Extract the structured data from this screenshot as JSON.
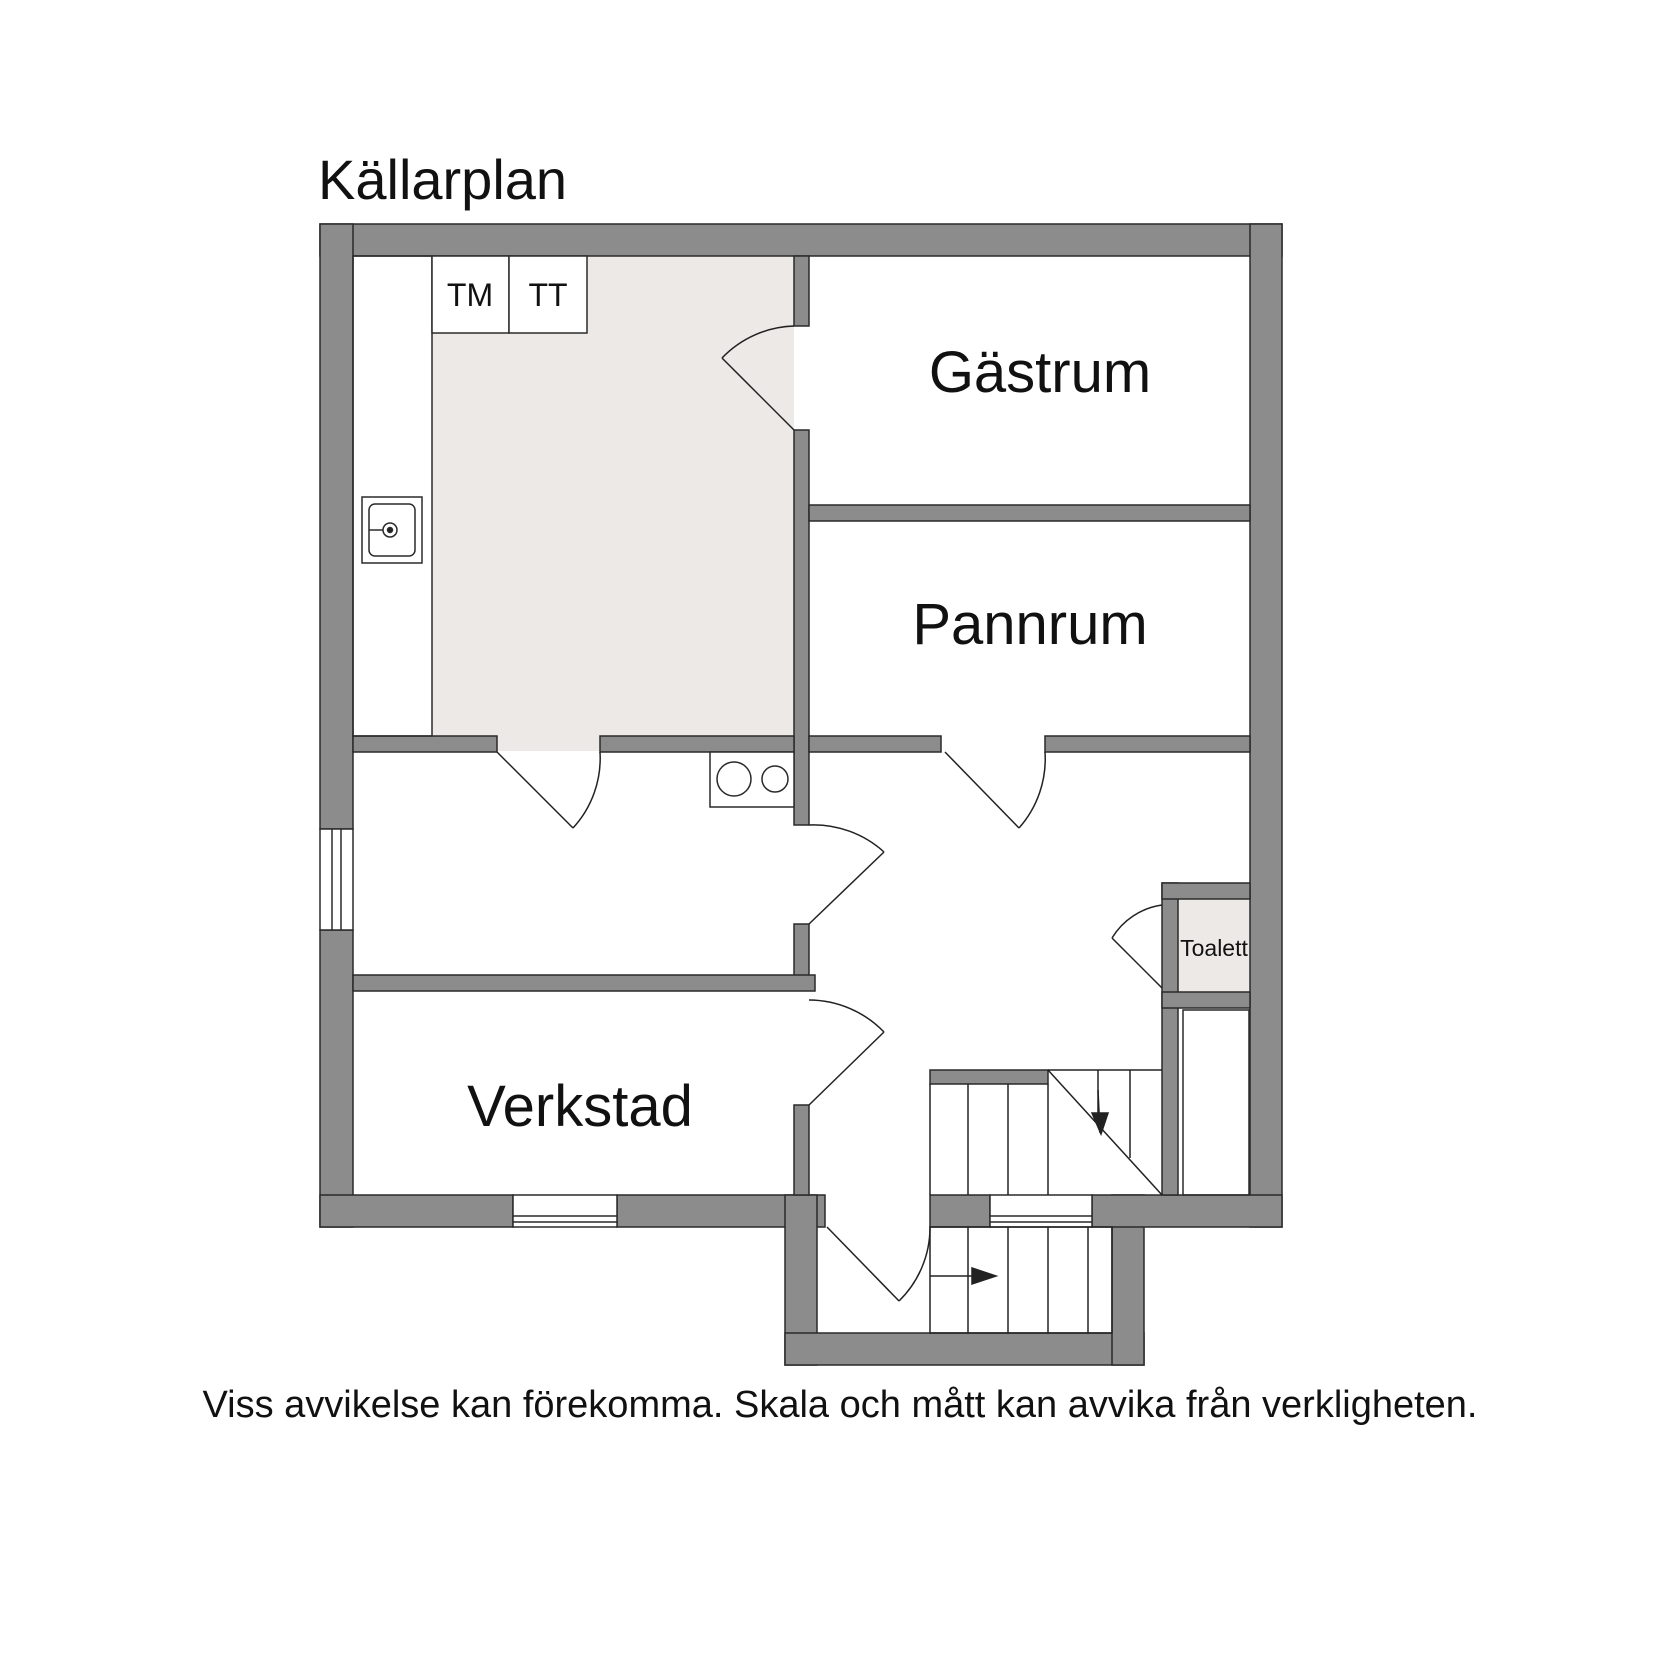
{
  "plan": {
    "title": "Källarplan",
    "disclaimer": "Viss avvikelse kan förekomma. Skala och mått kan avvika från verkligheten.",
    "rooms": {
      "guest_room": "Gästrum",
      "boiler_room": "Pannrum",
      "workshop": "Verkstad",
      "toilet": "Toalett"
    },
    "appliances": {
      "washing_machine": "TM",
      "tumble_dryer": "TT"
    },
    "colors": {
      "wall": "#8c8c8d",
      "laundry_floor": "#ede9e6",
      "toilet_floor": "#ede9e6",
      "line": "#222222"
    }
  }
}
